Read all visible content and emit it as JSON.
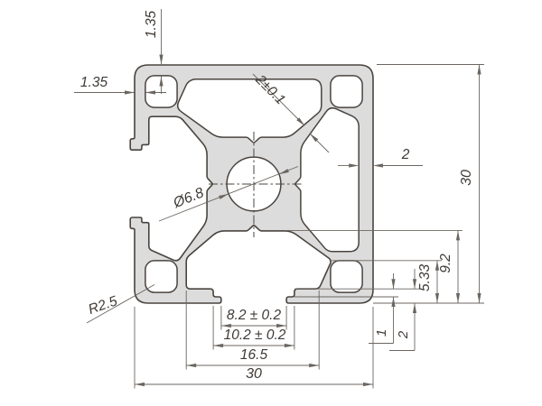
{
  "drawing": {
    "description": "aluminium-extrusion-profile-cross-section",
    "colors": {
      "background": "#ffffff",
      "profile_fill": "#dcdcdc",
      "outline": "#4a443f",
      "dim_line": "#6b6660",
      "text": "#3f3a36"
    },
    "annotations": {
      "top_wall": "1.35",
      "left_wall": "1.35",
      "web_tol": "2±0.1",
      "bore": "Ø6.8",
      "right_wall": "2",
      "height": "30",
      "depth_92": "9.2",
      "depth_533": "5.33",
      "corner_radius": "R2.5",
      "slot_opening": "8.2 ± 0.2",
      "slot_step": "10.2 ± 0.2",
      "slot_cavity_width": "16.5",
      "width": "30",
      "lip_step": "1",
      "lip_height": "2"
    }
  }
}
